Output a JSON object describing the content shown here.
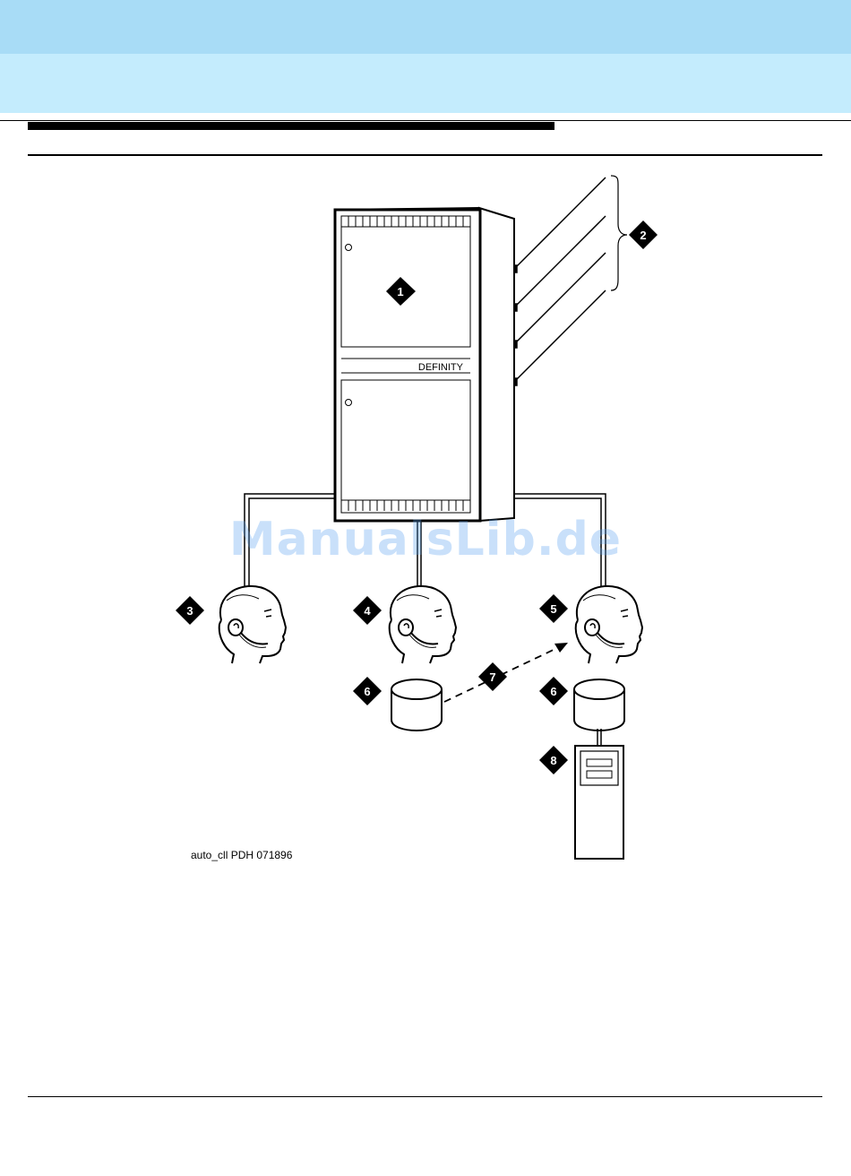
{
  "header": {
    "band_top_color": "#a8dcf6",
    "band_mid_color": "#c4ecfd"
  },
  "figure": {
    "switch_label": "DEFINITY",
    "callouts": [
      "1",
      "2",
      "3",
      "4",
      "5",
      "6",
      "6",
      "7",
      "8"
    ],
    "caption": "auto_cll PDH 071896"
  },
  "watermark": "ManualsLib.de"
}
